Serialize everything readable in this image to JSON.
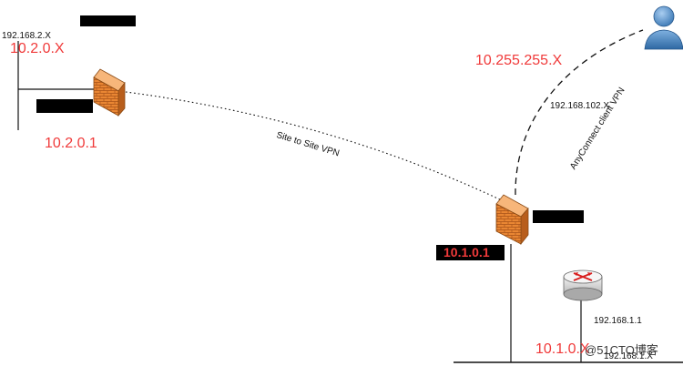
{
  "colors": {
    "ip_red": "#f03a3a",
    "firewall_brick": "#e98633",
    "firewall_dark": "#b85e1c",
    "user_blue": "#3a78b5",
    "router_red": "#d81f1f",
    "line": "#111111",
    "redaction": "#000000"
  },
  "left_site": {
    "subnet_label": "192.168.2.X",
    "subnet_ip": "10.2.0.X",
    "gateway_ip": "10.2.0.1"
  },
  "links": {
    "site_to_site": "Site to Site VPN",
    "anyconnect": "AnyConnect client VPN"
  },
  "remote_user": {
    "pool_ip": "10.255.255.X",
    "client_subnet": "192.168.102.X"
  },
  "right_site": {
    "firewall_ip": "10.1.0.1",
    "router_ip": "192.168.1.1",
    "subnet_ip": "10.1.0.X",
    "subnet_label": "192.168.1.X"
  },
  "watermark": "@51CTO博客",
  "icons": [
    "firewall-icon",
    "firewall-icon",
    "user-icon",
    "router-icon"
  ]
}
